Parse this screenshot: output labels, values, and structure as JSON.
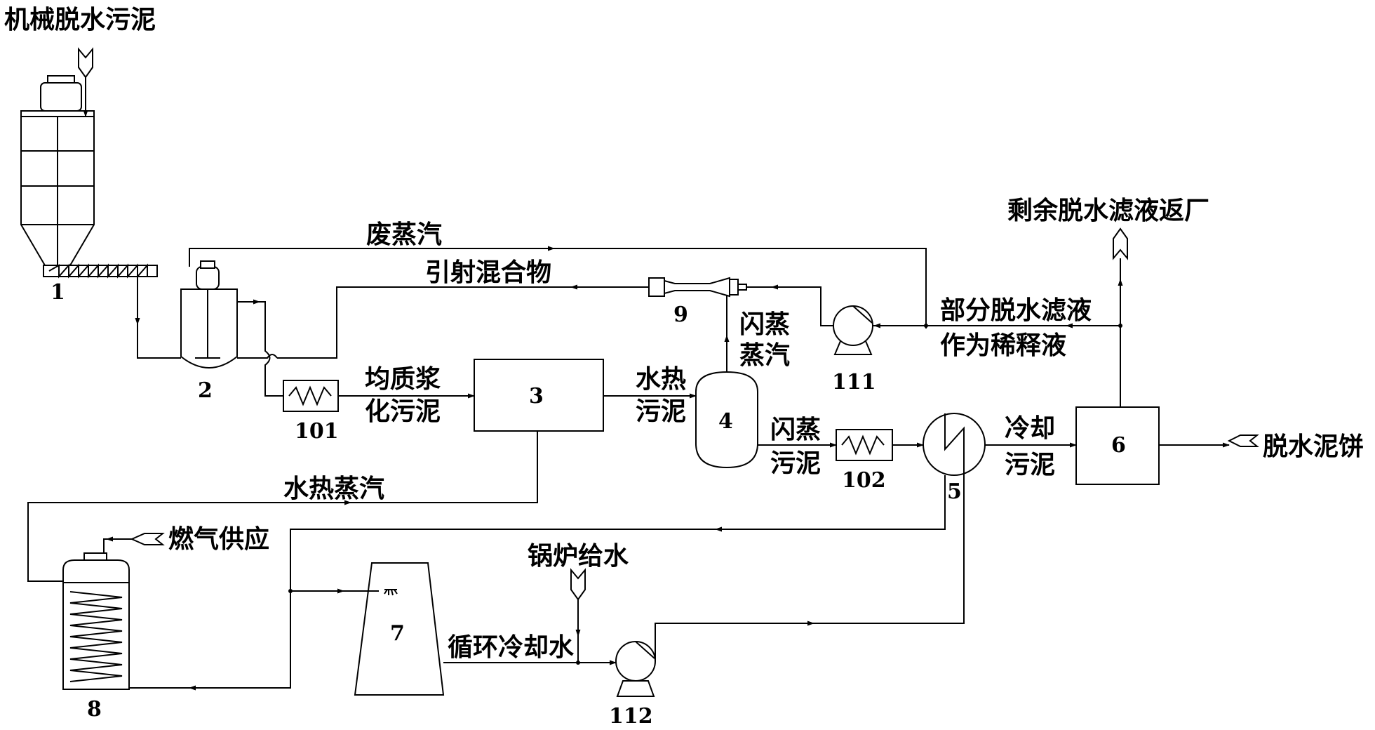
{
  "labels": {
    "sludge_in": "机械脱水污泥",
    "waste_steam": "废蒸汽",
    "ejector_mix": "引射混合物",
    "flash_steam_l1": "闪蒸",
    "flash_steam_l2": "蒸汽",
    "filtrate_part_l1": "部分脱水滤液",
    "filtrate_part_l2": "作为稀释液",
    "filtrate_return": "剩余脱水滤液返厂",
    "homog_l1": "均质浆",
    "homog_l2": "化污泥",
    "hydro_l1": "水热",
    "hydro_l2": "污泥",
    "flash_sludge_l1": "闪蒸",
    "flash_sludge_l2": "污泥",
    "cooled_l1": "冷却",
    "cooled_l2": "污泥",
    "cake": "脱水泥饼",
    "hydro_steam": "水热蒸汽",
    "gas_supply": "燃气供应",
    "boiler_water": "锅炉给水",
    "cooling_water": "循环冷却水"
  },
  "numbers": {
    "n1": "1",
    "n2": "2",
    "n3": "3",
    "n4": "4",
    "n5": "5",
    "n6": "6",
    "n7": "7",
    "n8": "8",
    "n9": "9",
    "n101": "101",
    "n102": "102",
    "n111": "111",
    "n112": "112"
  }
}
